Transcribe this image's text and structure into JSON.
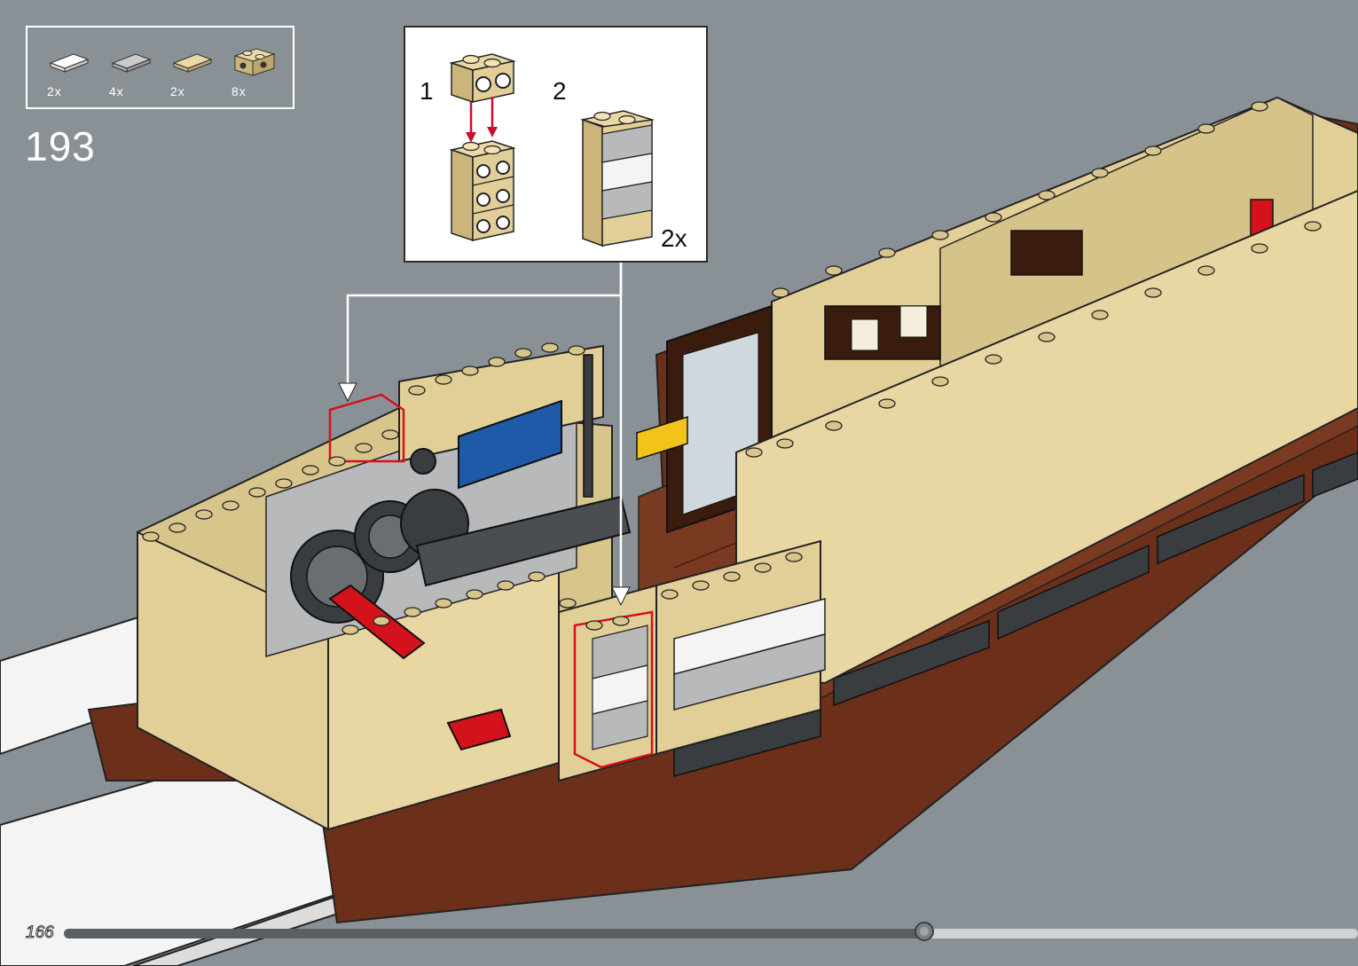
{
  "parts_list": [
    {
      "name": "white-tile-icon",
      "color": "#f2f2f2",
      "qty": "2x"
    },
    {
      "name": "grey-tile-icon",
      "color": "#b7b9bb",
      "qty": "4x"
    },
    {
      "name": "tan-tile-icon",
      "color": "#e2cf98",
      "qty": "2x"
    },
    {
      "name": "tan-brick-icon",
      "color": "#e2cf98",
      "qty": "8x"
    }
  ],
  "step_number": "193",
  "callout": {
    "sub_step_1": "1",
    "sub_step_2": "2",
    "multiplier": "2x"
  },
  "page_number": "166",
  "progress": {
    "fraction": 0.665
  },
  "colors": {
    "background": "#8a9196",
    "tan": "#e2cf98",
    "reddish_brown": "#6b2f1a",
    "white": "#f4f4f4",
    "light_grey": "#b7b9bb",
    "dark_grey": "#4a4e51",
    "red": "#d4121c",
    "blue": "#1e5aa8",
    "yellow": "#f2c318",
    "highlight": "#d4121c"
  }
}
